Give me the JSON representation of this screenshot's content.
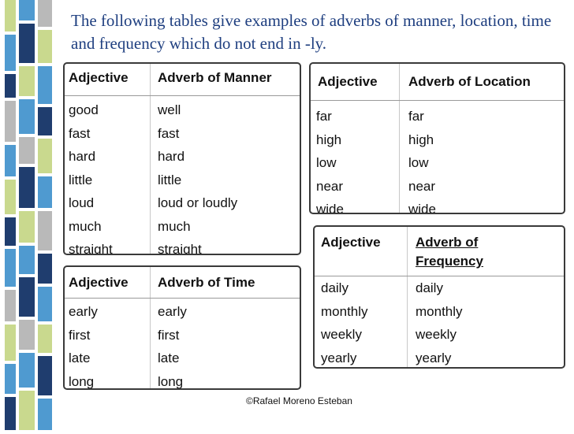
{
  "title": "The following tables give examples of adverbs of manner, location, time and frequency which do not end in -ly.",
  "manner": {
    "head_adj": "Adjective",
    "head_adv": "Adverb of Manner",
    "rows": [
      [
        "good",
        "well"
      ],
      [
        "fast",
        "fast"
      ],
      [
        "hard",
        "hard"
      ],
      [
        "little",
        "little"
      ],
      [
        "loud",
        "loud or loudly"
      ],
      [
        "much",
        "much"
      ],
      [
        "straight",
        "straight"
      ]
    ]
  },
  "location": {
    "head_adj": "Adjective",
    "head_adv": "Adverb of Location",
    "rows": [
      [
        "far",
        "far"
      ],
      [
        "high",
        "high"
      ],
      [
        "low",
        "low"
      ],
      [
        "near",
        "near"
      ],
      [
        "wide",
        "wide"
      ]
    ]
  },
  "time": {
    "head_adj": "Adjective",
    "head_adv": "Adverb of Time",
    "rows": [
      [
        "early",
        "early"
      ],
      [
        "first",
        "first"
      ],
      [
        "late",
        "late"
      ],
      [
        "long",
        "long"
      ]
    ]
  },
  "frequency": {
    "head_adj": "Adjective",
    "head_adv_line1": "Adverb of",
    "head_adv_line2": "Frequency",
    "rows": [
      [
        "daily",
        "daily"
      ],
      [
        "monthly",
        "monthly"
      ],
      [
        "weekly",
        "weekly"
      ],
      [
        "yearly",
        "yearly"
      ]
    ]
  },
  "copyright": "©Rafael Moreno Esteban",
  "colors": {
    "title": "#1f3f80",
    "strip_blue": "#4f9ad0",
    "strip_green": "#c9d98e",
    "strip_dark": "#1f3d6e",
    "strip_grey": "#b9b9b9"
  }
}
